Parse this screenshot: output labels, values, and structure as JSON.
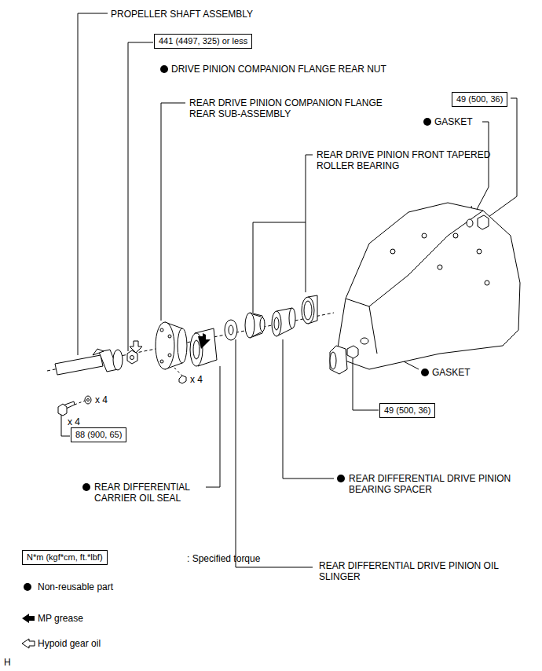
{
  "diagram": {
    "nodes": [
      {
        "text": [
          "441 (4497, 325) or less"
        ]
      },
      {
        "text": [
          "49 (500, 36)"
        ]
      },
      {
        "text": [
          "49 (500, 36)"
        ]
      },
      {
        "text": [
          "88 (900, 65)"
        ]
      },
      {
        "text": [
          "N*m (kgf*cm, ft.*lbf)"
        ]
      }
    ],
    "edges": [],
    "labels": [
      "PROPELLER SHAFT ASSEMBLY",
      "DRIVE PINION COMPANION FLANGE REAR NUT",
      "REAR DRIVE PINION COMPANION FLANGE REAR SUB-ASSEMBLY",
      "GASKET",
      "REAR DRIVE PINION FRONT TAPERED ROLLER BEARING",
      "GASKET",
      "x 4",
      "x 4",
      "x 4",
      "REAR DIFFERENTIAL CARRIER OIL SEAL",
      "REAR DIFFERENTIAL DRIVE PINION BEARING SPACER",
      "REAR DIFFERENTIAL DRIVE PINION OIL SLINGER",
      "H"
    ],
    "legend": [
      {
        "text": ": Specified torque"
      },
      {
        "text": "Non-reusable part"
      },
      {
        "text": "MP grease"
      },
      {
        "text": "Hypoid gear oil"
      }
    ]
  }
}
